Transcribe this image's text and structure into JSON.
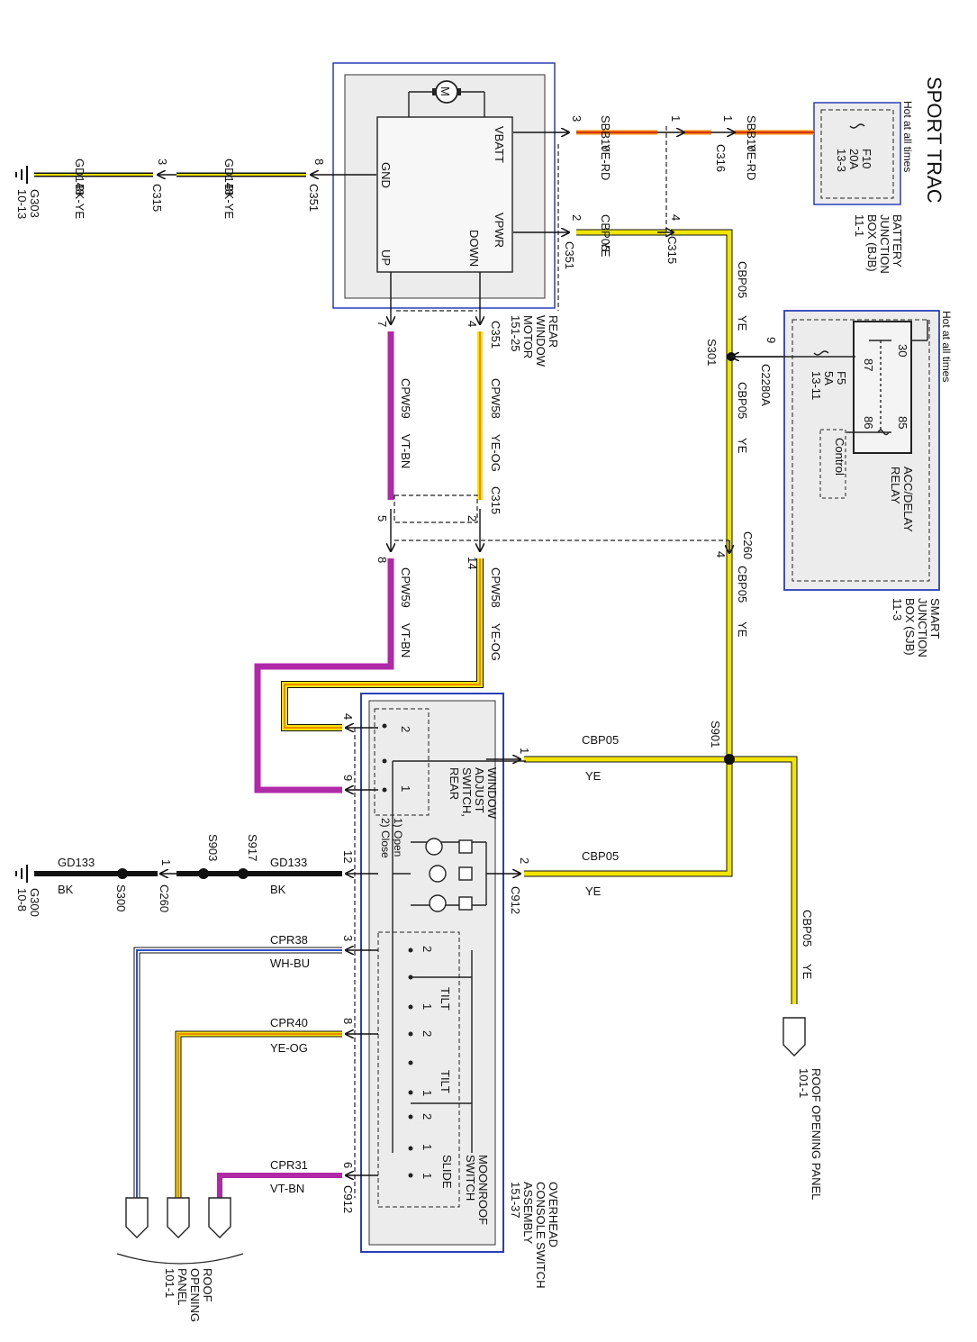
{
  "title": "SPORT TRAC",
  "colors": {
    "BK": "#111111",
    "YE": "#f2e600",
    "RD": "#d4351c",
    "OG": "#f08a00",
    "VT": "#b02aa8",
    "WH": "#ffffff",
    "BU": "#2d4fd0",
    "box_border": "#2a3fb8",
    "box_fill": "#ececec"
  },
  "labels": {
    "hot_bjb": "Hot at all times",
    "bjb_fuse": "F10",
    "bjb_fuse_amp": "20A",
    "bjb_fuse_ref": "13-3",
    "bjb_name1": "BATTERY",
    "bjb_name2": "JUNCTION",
    "bjb_name3": "BOX (BJB)",
    "bjb_name4": "11-1",
    "hot_sjb": "Hot at all times",
    "relay_30": "30",
    "relay_87": "87",
    "relay_85": "85",
    "relay_86": "86",
    "sjb_fuse": "F5",
    "sjb_fuse_amp": "5A",
    "sjb_fuse_ref": "13-11",
    "relay_ctrl": "Control",
    "relay_name1": "ACC/DELAY",
    "relay_name2": "RELAY",
    "sjb_name1": "SMART",
    "sjb_name2": "JUNCTION",
    "sjb_name3": "BOX (SJB)",
    "sjb_name4": "11-3",
    "motor_vbatt": "VBATT",
    "motor_gnd": "GND",
    "motor_vpwr": "VPWR",
    "motor_down": "DOWN",
    "motor_up": "UP",
    "motor_name1": "REAR",
    "motor_name2": "WINDOW",
    "motor_name3": "MOTOR",
    "motor_name4": "151-25",
    "m_symbol": "M",
    "sbb10_a": "SBB10",
    "yerd_a": "YE-RD",
    "sbb10_b": "SBB10",
    "yerd_b": "YE-RD",
    "pin3": "3",
    "pin1a": "1",
    "pin1b": "1",
    "c316": "C316",
    "gd148_a": "GD148",
    "bkye_a": "BK-YE",
    "gd148_b": "GD148",
    "bkye_b": "BK-YE",
    "g303": "G303",
    "g303_ref": "10-13",
    "pin3_315": "3",
    "c315_a": "C315",
    "pin8_351": "8",
    "c351_a": "C351",
    "cbp05_a": "CBP05",
    "ye_a": "YE",
    "pin2_351": "2",
    "c351_b": "C351",
    "pin4_315": "4",
    "c315_b": "C315",
    "cbp05_v1": "CBP05",
    "ye_v1": "YE",
    "s301": "S301",
    "pin9": "9",
    "c2280a": "C2280A",
    "cbp05_v2": "CBP05",
    "ye_v2": "YE",
    "c260_a": "C260",
    "pin4_260": "4",
    "cbp05_v3": "CBP05",
    "ye_v3": "YE",
    "pin7": "7",
    "pin4_351": "4",
    "c351_c": "C351",
    "cpw59_a": "CPW59",
    "vtbn_a": "VT-BN",
    "cpw58_a": "CPW58",
    "yeog_a": "YE-OG",
    "c315_c": "C315",
    "pin5": "5",
    "pin2_315": "2",
    "pin8_c": "8",
    "pin14": "14",
    "cpw59_b": "CPW59",
    "vtbn_b": "VT-BN",
    "cpw58_b": "CPW58",
    "yeog_b": "YE-OG",
    "s901": "S901",
    "cbp05_b": "CBP05",
    "ye_b": "YE",
    "pin1_sw": "1",
    "cbp05_c": "CBP05",
    "ye_c": "YE",
    "pin2_sw": "2",
    "c912_a": "C912",
    "cbp05_v4": "CBP05",
    "ye_v4": "YE",
    "roof1": "ROOF OPENING PANEL",
    "roof1_ref": "101-1",
    "pin4_sw": "4",
    "pin9_sw": "9",
    "win_name1": "WINDOW",
    "win_name2": "ADJUST",
    "win_name3": "SWITCH,",
    "win_name4": "REAR",
    "open": "1) Open",
    "close": "2) Close",
    "w_2": "2",
    "w_1": "1",
    "gd133_a": "GD133",
    "bk_a": "BK",
    "g300": "G300",
    "g300_ref": "10-8",
    "s300": "S300",
    "pin1_260": "1",
    "c260_b": "C260",
    "s903": "S903",
    "s917": "S917",
    "gd133_b": "GD133",
    "bk_b": "BK",
    "pin12": "12",
    "cpr38": "CPR38",
    "whbu": "WH-BU",
    "pin3_sw": "3",
    "cpr40": "CPR40",
    "yeog_c": "YE-OG",
    "pin8_sw": "8",
    "cpr31": "CPR31",
    "vtbn_c": "VT-BN",
    "pin6_sw": "6",
    "c912_b": "C912",
    "tilt_a": "TILT",
    "tilt_b": "TILT",
    "slide": "SLIDE",
    "moon1": "MOONROOF",
    "moon2": "SWITCH",
    "ocs1": "OVERHEAD",
    "ocs2": "CONSOLE SWITCH",
    "ocs3": "ASSEMBLY",
    "ocs4": "151-37",
    "roof2_1": "ROOF",
    "roof2_2": "OPENING",
    "roof2_3": "PANEL",
    "roof2_4": "101-1",
    "m2": "2",
    "m1": "1",
    "m1b": "1",
    "m2b": "2",
    "m1c": "1",
    "m2c": "2",
    "m1d": "1"
  }
}
